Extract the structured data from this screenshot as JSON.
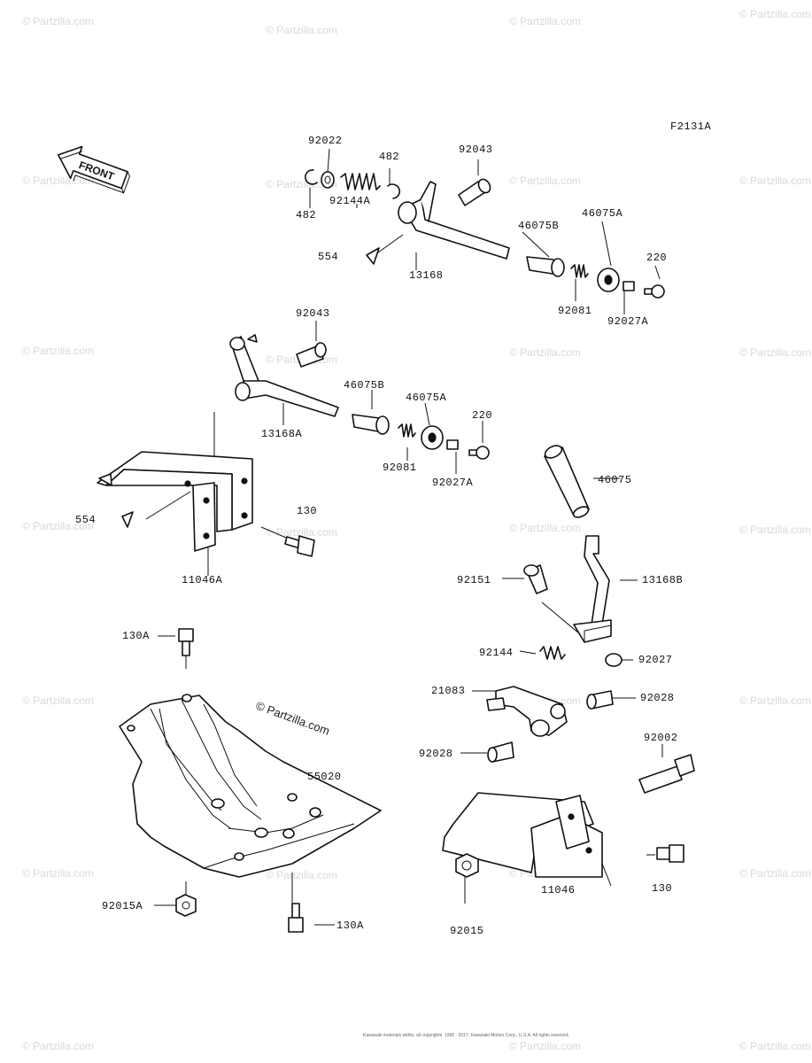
{
  "diagram_code": "F2131A",
  "front_label": "FRONT",
  "watermark": "© Partzilla.com",
  "copyright_center": "© Partzilla.com",
  "footer_text": "Kawasaki materials within, all copyrights. 1995 - 2017. Kawasaki Motors Corp., U.S.A. All rights reserved.",
  "labels": {
    "l92022": "92022",
    "l482a": "482",
    "l92043a": "92043",
    "l482b": "482",
    "l92144A": "92144A",
    "l554a": "554",
    "l13168": "13168",
    "l46075Ba": "46075B",
    "l46075Aa": "46075A",
    "l220a": "220",
    "l92081a": "92081",
    "l92027Aa": "92027A",
    "l92043b": "92043",
    "l46075Bb": "46075B",
    "l46075Ab": "46075A",
    "l13168A": "13168A",
    "l220b": "220",
    "l92081b": "92081",
    "l92027Ab": "92027A",
    "l554b": "554",
    "l130a": "130",
    "l11046A": "11046A",
    "l46075": "46075",
    "l92151": "92151",
    "l13168B": "13168B",
    "l130Aa": "130A",
    "l92144": "92144",
    "l92027": "92027",
    "l21083": "21083",
    "l92028a": "92028",
    "l92028b": "92028",
    "l55020": "55020",
    "l92002": "92002",
    "l92015A": "92015A",
    "l130Ab": "130A",
    "l130b": "130",
    "l11046": "11046",
    "l92015": "92015"
  }
}
